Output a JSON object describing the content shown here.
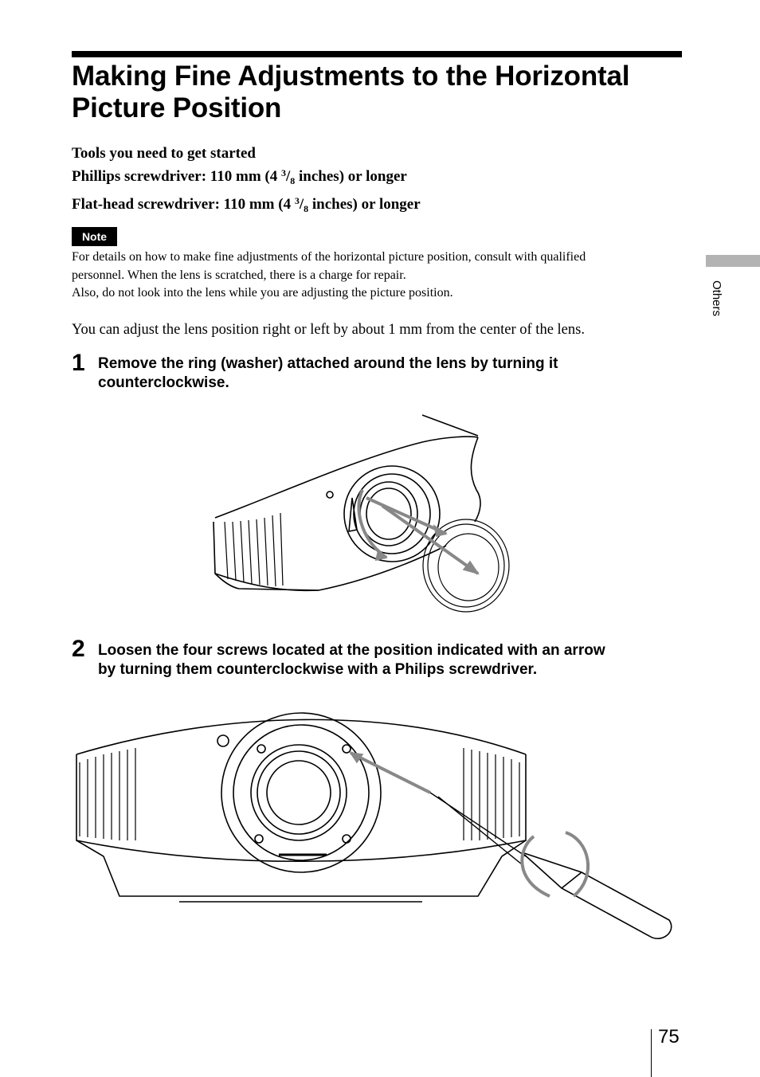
{
  "title_lines": [
    "Making Fine Adjustments to the Horizontal",
    "Picture Position"
  ],
  "tools": {
    "heading": "Tools you need to get started",
    "phillips": {
      "before": "Phillips screwdriver: 110 mm (4 ",
      "num": "3",
      "slash": "/",
      "den": "8",
      "after": " inches) or longer"
    },
    "flathead": {
      "before": "Flat-head screwdriver: 110 mm (4 ",
      "num": "3",
      "slash": "/",
      "den": "8",
      "after": " inches) or longer"
    }
  },
  "note": {
    "label": "Note",
    "lines": [
      "For details on how to make fine adjustments of the horizontal picture position, consult with qualified",
      "personnel. When the lens is scratched, there is a charge for repair.",
      "Also, do not look into the lens while you are adjusting the picture position."
    ]
  },
  "intro": "You can adjust the lens position right or left by about 1 mm from the center of the lens.",
  "steps": [
    {
      "number": "1",
      "lines": [
        "Remove the ring (washer) attached around the lens by turning it",
        "counterclockwise."
      ]
    },
    {
      "number": "2",
      "lines": [
        "Loosen the four screws located at the position indicated with an arrow",
        "by turning them counterclockwise with a Philips screwdriver."
      ]
    }
  ],
  "side_tab": "Others",
  "page_number": "75"
}
